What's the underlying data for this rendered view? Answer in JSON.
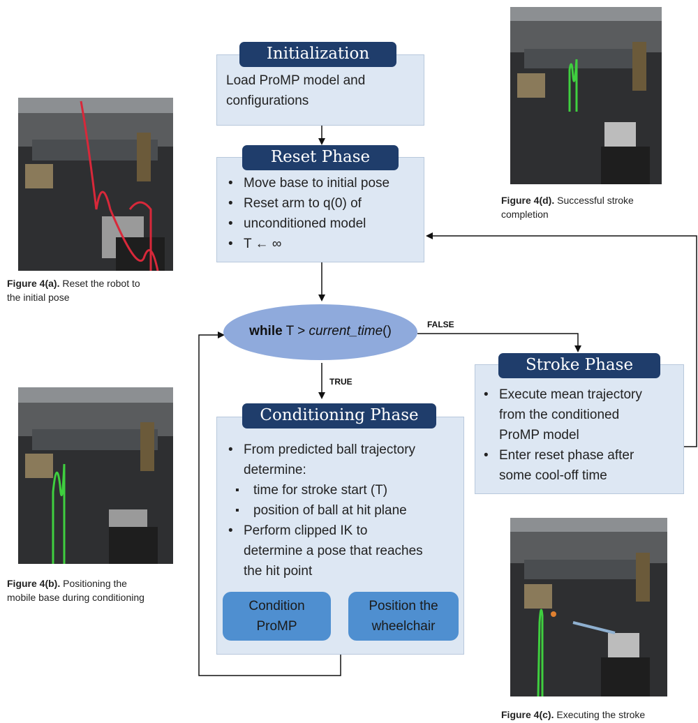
{
  "figures": {
    "a": {
      "label": "Figure 4(a).",
      "caption_line1": " Reset the robot to",
      "caption_line2": "the initial pose"
    },
    "b": {
      "label": "Figure 4(b).",
      "caption_line1": " Positioning the",
      "caption_line2": "mobile base during conditioning"
    },
    "c": {
      "label": "Figure 4(c).",
      "caption_line1": " Executing the stroke"
    },
    "d": {
      "label": "Figure 4(d).",
      "caption_line1": " Successful stroke",
      "caption_line2": "completion"
    }
  },
  "initialization": {
    "title": "Initialization",
    "line1": "Load ProMP model and",
    "line2": "configurations"
  },
  "reset": {
    "title": "Reset Phase",
    "items": [
      "Move base to initial pose",
      "Reset arm to q(0) of",
      "unconditioned model",
      "T ←  ∞"
    ]
  },
  "loop": {
    "keyword": "while",
    "condition_prefix": " T > ",
    "condition_func": "current_time",
    "condition_suffix": "()",
    "false_label": "FALSE",
    "true_label": "TRUE"
  },
  "conditioning": {
    "title": "Conditioning Phase",
    "items": [
      "From predicted ball trajectory",
      "determine:",
      "Perform clipped IK to",
      "determine a pose that reaches",
      "the hit point"
    ],
    "subitems": [
      "time for stroke start (T)",
      "position of ball at hit plane"
    ],
    "button1_line1": "Condition",
    "button1_line2": "ProMP",
    "button2_line1": "Position the",
    "button2_line2": "wheelchair"
  },
  "stroke": {
    "title": "Stroke Phase",
    "items": [
      "Execute mean trajectory",
      "from the conditioned",
      "ProMP model",
      "Enter reset phase after",
      "some cool-off time"
    ]
  },
  "colors": {
    "box_fill": "#dde7f3",
    "header_fill": "#1f3d6b",
    "oval_fill": "#8faadc",
    "button_fill": "#4f8fd0",
    "trajectory_red": "#d8283a",
    "trajectory_green": "#3fcf3f"
  }
}
